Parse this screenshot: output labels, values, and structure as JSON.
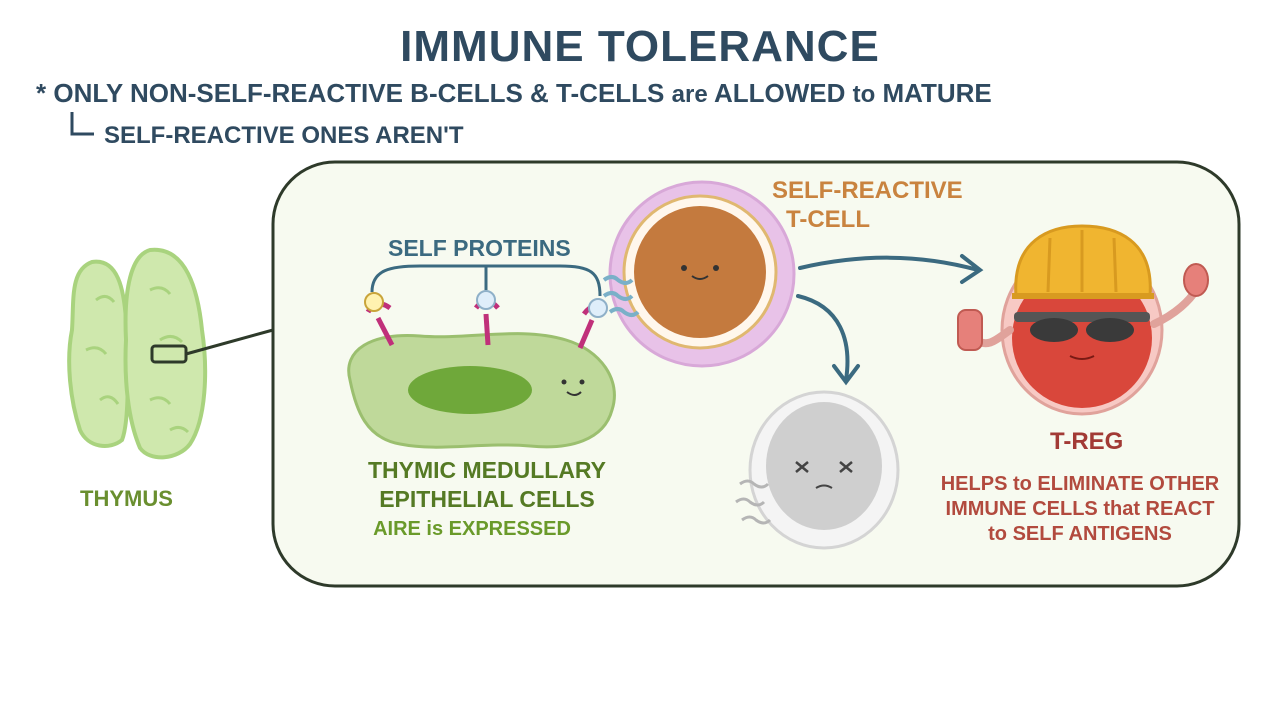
{
  "title": "IMMUNE TOLERANCE",
  "bullets": {
    "marker": "*",
    "line1_main": "ONLY NON-SELF-REACTIVE B-CELLS & T-CELLS",
    "line1_are": "are",
    "line1_allowed": "ALLOWED",
    "line1_to": "to",
    "line1_mature": "MATURE",
    "line2": "SELF-REACTIVE ONES AREN'T"
  },
  "labels": {
    "thymus": "THYMUS",
    "self_proteins": "SELF PROTEINS",
    "mtec_line1": "THYMIC MEDULLARY",
    "mtec_line2": "EPITHELIAL CELLS",
    "aire": "AIRE is EXPRESSED",
    "self_reactive_line1": "SELF-REACTIVE",
    "self_reactive_line2": "T-CELL",
    "treg": "T-REG",
    "treg_desc_line1": "HELPS to ELIMINATE OTHER",
    "treg_desc_line2": "IMMUNE CELLS that REACT",
    "treg_desc_line3": "to SELF ANTIGENS"
  },
  "colors": {
    "title": "#2f4a60",
    "thymus_green": "#c8e6a6",
    "panel_border": "#2e3a2a",
    "panel_fill": "#f7faf0",
    "tcell_brown": "#c47a3e",
    "tcell_halo": "#e2b8e0",
    "treg_red": "#d9473b",
    "helmet_yellow": "#f0b530",
    "dead_cell_gray": "#cfcfcf",
    "arrow_blue": "#3b6a80",
    "receptor_magenta": "#c0307a"
  },
  "icons": [
    "thymus-icon",
    "mtec-cell-icon",
    "self-protein-icon",
    "self-reactive-tcell-icon",
    "apoptotic-cell-icon",
    "treg-cell-icon",
    "arrow-icon"
  ]
}
